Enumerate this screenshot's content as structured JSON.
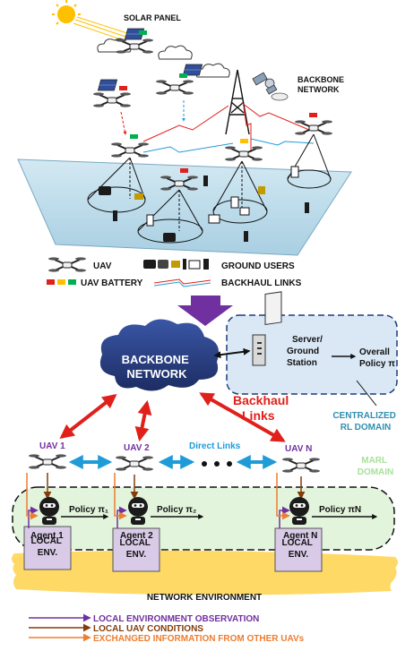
{
  "top": {
    "solar_panel": "SOLAR PANEL",
    "backbone_line1": "BACKBONE",
    "backbone_line2": "NETWORK"
  },
  "legend": {
    "uav": "UAV",
    "ground_users": "GROUND USERS",
    "uav_battery": "UAV BATTERY",
    "backhaul_links": "BACKHAUL LINKS"
  },
  "bottom": {
    "cloud_line1": "BACKBONE",
    "cloud_line2": "NETWORK",
    "server_line1": "Server/",
    "server_line2": "Ground",
    "server_line3": "Station",
    "overall_line1": "Overall",
    "overall_line2": "Policy π",
    "backhaul_line1": "Backhaul",
    "backhaul_line2": "Links",
    "centralized_line1": "CENTRALIZED",
    "centralized_line2": "RL DOMAIN",
    "marl_line1": "MARL",
    "marl_line2": "DOMAIN",
    "uav1": "UAV 1",
    "uav2": "UAV 2",
    "uavn": "UAV N",
    "direct_links": "Direct Links",
    "policy1": "Policy π₁",
    "policy2": "Policy π₂",
    "policyn": "Policy πN",
    "agent1": "Agent 1",
    "agent2": "Agent 2",
    "agentn": "Agent N",
    "local_env_line1": "LOCAL",
    "local_env_line2": "ENV.",
    "network_env": "NETWORK ENVIRONMENT"
  },
  "arrow_legend": {
    "local_obs": "LOCAL ENVIRONMENT OBSERVATION",
    "local_uav": "LOCAL UAV CONDITIONS",
    "exchanged": "EXCHANGED INFORMATION FROM OTHER UAVs"
  },
  "colors": {
    "purple": "#7030a0",
    "brown": "#843c0c",
    "orange": "#ed7d31",
    "red": "#e0201a",
    "blue": "#1f9bd8",
    "navy": "#1f3b7a",
    "cloud": "#2a3d7c",
    "green_domain": "#e2f5dc",
    "blue_domain": "#dae8f5",
    "yellow_env": "#ffd966",
    "teal_text": "#2f8fb0"
  }
}
